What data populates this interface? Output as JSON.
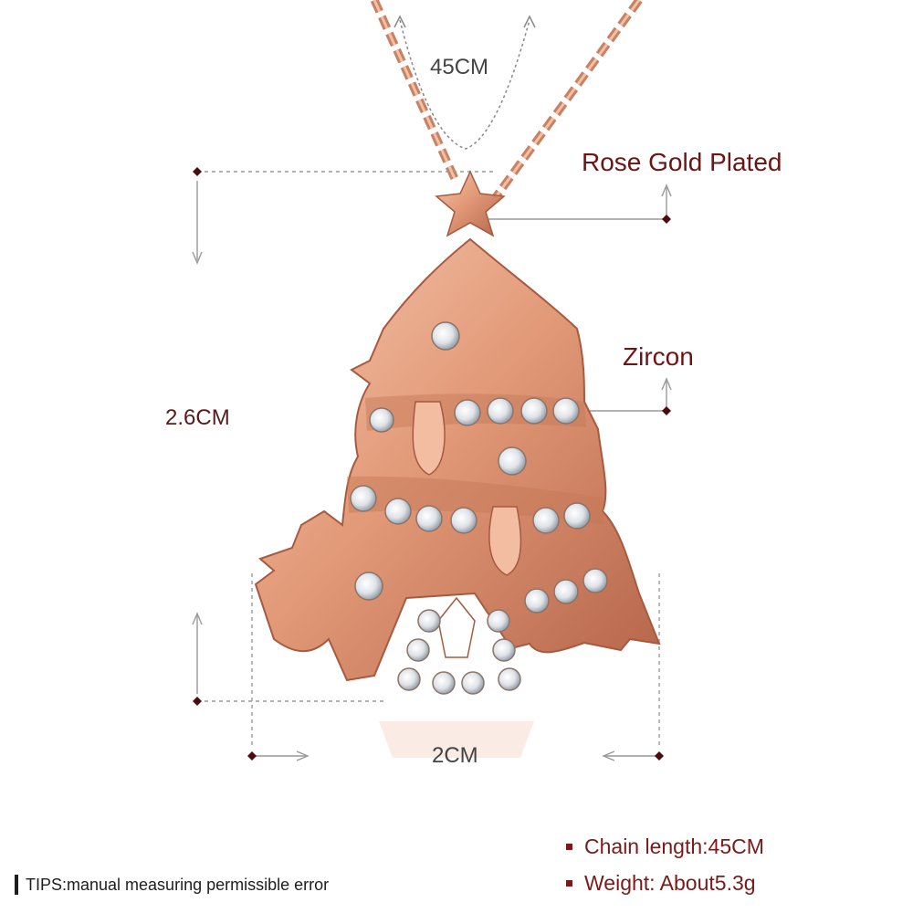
{
  "dimensions": {
    "chain_length": "45CM",
    "pendant_height": "2.6CM",
    "pendant_width": "2CM"
  },
  "callouts": {
    "plating": "Rose Gold Plated",
    "stone": "Zircon"
  },
  "specs": {
    "chain": "Chain length:45CM",
    "weight": "Weight: About5.3g"
  },
  "tips": "TIPS:manual measuring permissible error",
  "colors": {
    "rose_gold": "#e8a282",
    "rose_gold_dark": "#b8694a",
    "zircon": "#eef0f3",
    "label_dark_red": "#6e1414"
  }
}
